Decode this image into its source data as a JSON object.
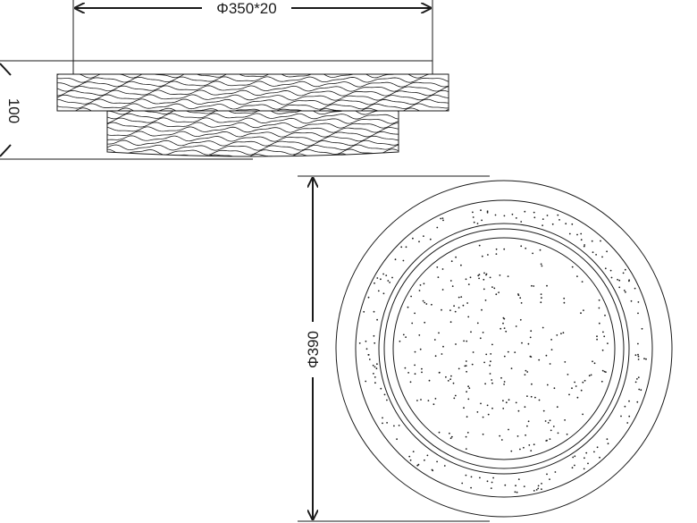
{
  "dimensions": {
    "top_diameter": "Φ350*20",
    "height": "100",
    "outer_diameter": "Φ390"
  },
  "colors": {
    "line": "#1a1a1a",
    "background": "#ffffff"
  }
}
